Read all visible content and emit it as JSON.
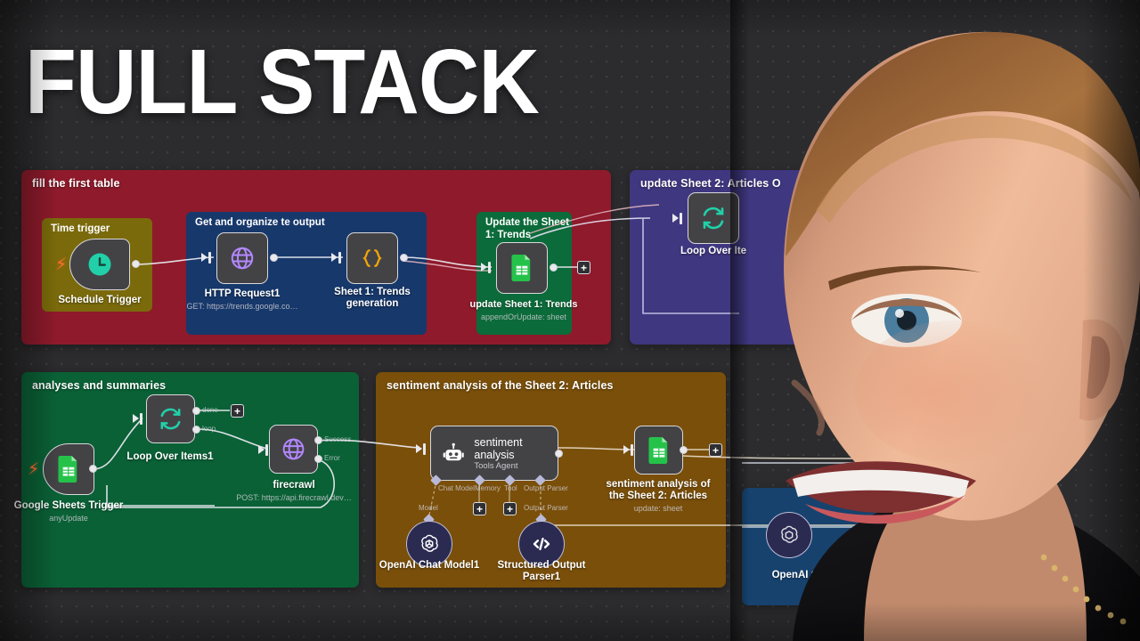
{
  "title": "FULL STACK",
  "canvas": {
    "panels": [
      {
        "id": "fill-first-table",
        "label": "fill the first table",
        "color": "#8E1A2B",
        "sub_panels": [
          {
            "id": "time-trigger",
            "label": "Time trigger",
            "color": "#7A6A0B"
          },
          {
            "id": "get-organize",
            "label": "Get and organize te output",
            "color": "#17386B"
          },
          {
            "id": "update-sheet1",
            "label": "Update the Sheet 1: Trends",
            "color": "#0C6B3A"
          }
        ]
      },
      {
        "id": "update-sheet2-articles",
        "label": "update Sheet 2: Articles O",
        "color": "#3F3780"
      },
      {
        "id": "analyses-summaries",
        "label": "analyses and summaries",
        "color": "#0A6136"
      },
      {
        "id": "sentiment-panel",
        "label": "sentiment analysis of the Sheet 2: Articles",
        "color": "#7A4F0A"
      },
      {
        "id": "openai-panel",
        "label": "",
        "color": "#17426E"
      }
    ],
    "nodes": [
      {
        "id": "schedule-trigger",
        "label": "Schedule Trigger",
        "sub": "",
        "icon": "clock-icon",
        "type": "trigger"
      },
      {
        "id": "http-request-1",
        "label": "HTTP Request1",
        "sub": "GET: https://trends.google.co…",
        "icon": "globe-icon",
        "type": "node"
      },
      {
        "id": "sheet1-trends-generation",
        "label": "Sheet 1: Trends generation",
        "sub": "",
        "icon": "code-braces-icon",
        "type": "node"
      },
      {
        "id": "update-sheet1-trends",
        "label": "update Sheet 1: Trends",
        "sub": "appendOrUpdate: sheet",
        "icon": "google-sheets-icon",
        "type": "node"
      },
      {
        "id": "loop-over-items",
        "label": "Loop Over Ite",
        "sub": "",
        "icon": "loop-icon",
        "type": "node"
      },
      {
        "id": "google-sheets-trigger",
        "label": "Google Sheets Trigger",
        "sub": "anyUpdate",
        "icon": "google-sheets-icon",
        "type": "trigger"
      },
      {
        "id": "loop-over-items-1",
        "label": "Loop Over Items1",
        "sub": "",
        "icon": "loop-icon",
        "type": "node"
      },
      {
        "id": "firecrawl",
        "label": "firecrawl",
        "sub": "POST: https://api.firecrawl.dev…",
        "icon": "globe-icon",
        "type": "node"
      },
      {
        "id": "sentiment-analysis-agent",
        "label": "sentiment analysis",
        "sub": "Tools Agent",
        "icon": "robot-icon",
        "type": "agent"
      },
      {
        "id": "sentiment-analysis-sheet2",
        "label": "sentiment analysis of the Sheet 2: Articles",
        "sub": "update: sheet",
        "icon": "google-sheets-icon",
        "type": "node"
      },
      {
        "id": "openai-chat-model-1",
        "label": "OpenAI Chat Model1",
        "sub": "",
        "icon": "openai-icon",
        "type": "round"
      },
      {
        "id": "structured-output-parser-1",
        "label": "Structured Output Parser1",
        "sub": "",
        "icon": "code-slash-icon",
        "type": "round"
      },
      {
        "id": "openai-chat-model-2",
        "label": "OpenAI Chat Mode",
        "sub": "",
        "icon": "openai-icon",
        "type": "round"
      }
    ],
    "connection_labels": {
      "done": "done",
      "loop": "loop",
      "success": "Success",
      "error": "Error",
      "chat_model": "Chat Model",
      "memory": "Memory",
      "tool": "Tool",
      "output_parser_top": "Output Parser",
      "model": "Model",
      "output_parser": "Output Parser"
    },
    "plus_label": "+"
  },
  "colors": {
    "background": "#2c2c2e",
    "node_fill": "#434346",
    "node_border": "#d8d8dc",
    "accent_teal": "#21D0A8",
    "accent_green": "#25C24A",
    "accent_purple": "#B388FF",
    "accent_orange": "#FF6D2E",
    "accent_yellow": "#F0A30A"
  }
}
